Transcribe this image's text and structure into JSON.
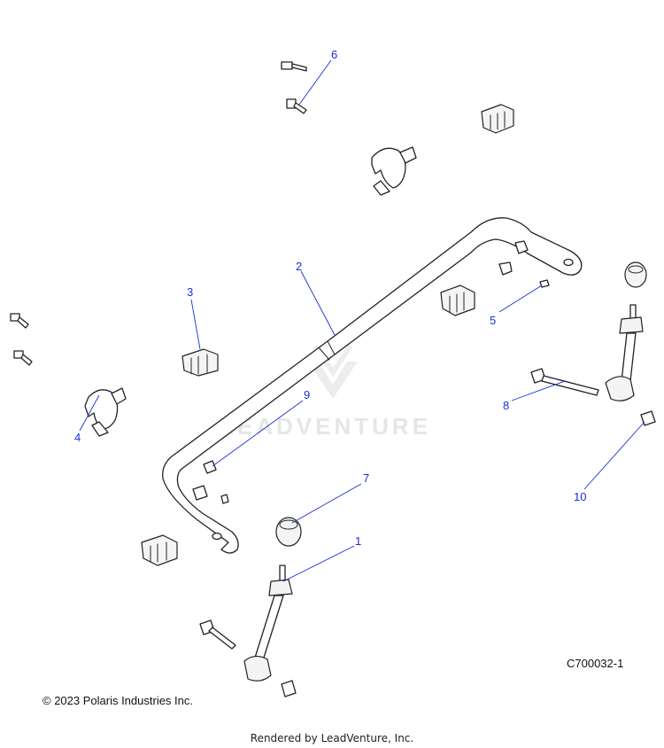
{
  "watermark": {
    "text": "LEADVENTURE"
  },
  "callouts": [
    {
      "number": "1",
      "part": "stabilizer-link-front"
    },
    {
      "number": "2",
      "part": "stabilizer-bar"
    },
    {
      "number": "3",
      "part": "bushing-left"
    },
    {
      "number": "4",
      "part": "bracket-left"
    },
    {
      "number": "5",
      "part": "clip-right"
    },
    {
      "number": "6",
      "part": "screw-top"
    },
    {
      "number": "7",
      "part": "bushing-link-front"
    },
    {
      "number": "8",
      "part": "bolt-right"
    },
    {
      "number": "9",
      "part": "clip-left"
    },
    {
      "number": "10",
      "part": "nut-right"
    }
  ],
  "diagram_code": "C700032-1",
  "copyright": "© 2023 Polaris Industries Inc.",
  "rendered_by": "Rendered by LeadVenture, Inc."
}
